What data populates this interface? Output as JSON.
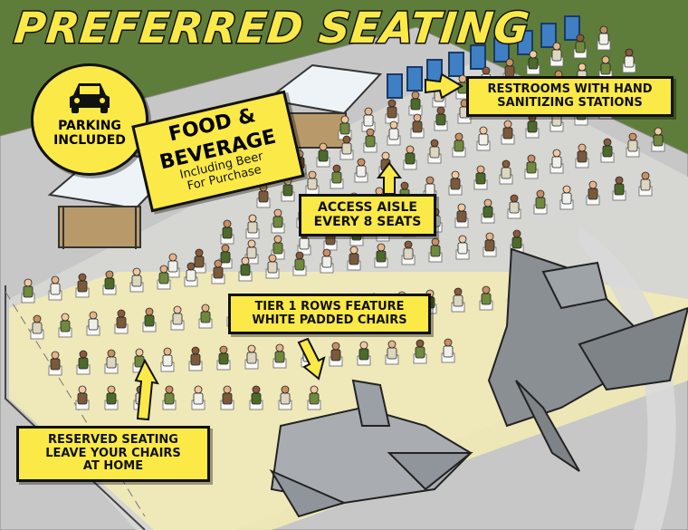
{
  "title": "PREFERRED SEATING",
  "callouts": {
    "parking": {
      "line1": "PARKING",
      "line2": "INCLUDED",
      "icon": "car-icon"
    },
    "food": {
      "line1": "FOOD &",
      "line2": "BEVERAGE",
      "sub1": "Including Beer",
      "sub2": "For Purchase"
    },
    "restrooms": {
      "line1": "RESTROOMS WITH HAND",
      "line2": "SANITIZING STATIONS"
    },
    "aisle": {
      "line1": "ACCESS AISLE",
      "line2": "EVERY 8 SEATS"
    },
    "tier1": {
      "line1": "TIER 1 ROWS FEATURE",
      "line2": "WHITE PADDED CHAIRS"
    },
    "reserved": {
      "line1": "RESERVED SEATING",
      "line2": "LEAVE YOUR CHAIRS",
      "line3": "AT HOME"
    }
  },
  "colors": {
    "callout": "#fbe948",
    "grass": "#5e7d3a",
    "pavement": "#c9c9c9",
    "tier1_zone": "#f5ecb0",
    "restroom": "#3f7fc4",
    "outline": "#111111"
  }
}
